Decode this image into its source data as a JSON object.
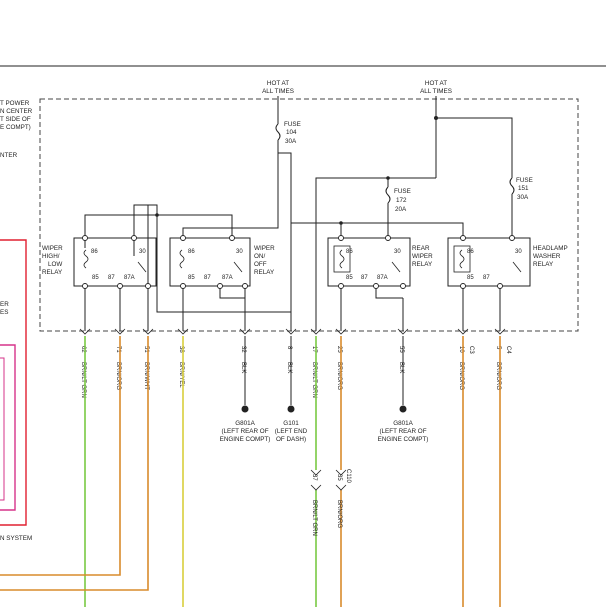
{
  "left_cutoff": {
    "line1": "T POWER",
    "line2": "N CENTER",
    "line3": "T SIDE OF",
    "line4": "E COMPT)",
    "line5": "NTER",
    "line6": "ER",
    "line7": "ES",
    "line8": "N SYSTEM"
  },
  "hot_labels": [
    {
      "line1": "HOT AT",
      "line2": "ALL TIMES"
    },
    {
      "line1": "HOT AT",
      "line2": "ALL TIMES"
    }
  ],
  "fuses": [
    {
      "label": "FUSE",
      "number": "104",
      "rating": "30A"
    },
    {
      "label": "FUSE",
      "number": "172",
      "rating": "20A"
    },
    {
      "label": "FUSE",
      "number": "151",
      "rating": "30A"
    }
  ],
  "relays": [
    {
      "name": [
        "WIPER",
        "HIGH/",
        "LOW",
        "RELAY"
      ]
    },
    {
      "name": [
        "WIPER",
        "ON/",
        "OFF",
        "RELAY"
      ]
    },
    {
      "name": [
        "REAR",
        "WIPER",
        "RELAY"
      ]
    },
    {
      "name": [
        "HEADLAMP",
        "WASHER",
        "RELAY"
      ]
    }
  ],
  "pins": {
    "p86": "86",
    "p85": "85",
    "p87": "87",
    "p87a": "87A",
    "p30": "30"
  },
  "circuits": [
    {
      "num": "62",
      "wire": "BRN/LT GRN"
    },
    {
      "num": "71",
      "wire": "BRN/ORG"
    },
    {
      "num": "51",
      "wire": "BRN/WHT"
    },
    {
      "num": "38",
      "wire": "BRN/YEL"
    },
    {
      "num": "32",
      "wire": "BLK"
    },
    {
      "num": "8",
      "wire": "BLK"
    },
    {
      "num": "17",
      "wire": "BRN/LT GRN"
    },
    {
      "num": "25",
      "wire": "BRN/ORG"
    },
    {
      "num": "55",
      "wire": "BLK"
    },
    {
      "num": "10",
      "wire": "BRN/ORG"
    },
    {
      "num": "5",
      "wire": "BRN/ORG"
    }
  ],
  "connectors": {
    "c3": "C3",
    "c4": "C4"
  },
  "grounds": [
    {
      "id": "G801A",
      "line1": "(LEFT REAR OF",
      "line2": "ENGINE COMPT)"
    },
    {
      "id": "G101",
      "line1": "(LEFT END",
      "line2": "OF DASH)"
    },
    {
      "id": "G801A",
      "line1": "(LEFT REAR OF",
      "line2": "ENGINE COMPT)"
    }
  ],
  "lower_connector": {
    "pin_a": "37",
    "pin_b": "35",
    "connector": "C110",
    "wire_a": "BRN/LT GRN",
    "wire_b": "BRN/ORG"
  },
  "colors": {
    "lt_grn": "#7ac943",
    "orange": "#d98b2c",
    "yellow": "#d9cf3c",
    "red": "#e02030",
    "magenta": "#d6338a",
    "wire_gray": "#222222"
  }
}
